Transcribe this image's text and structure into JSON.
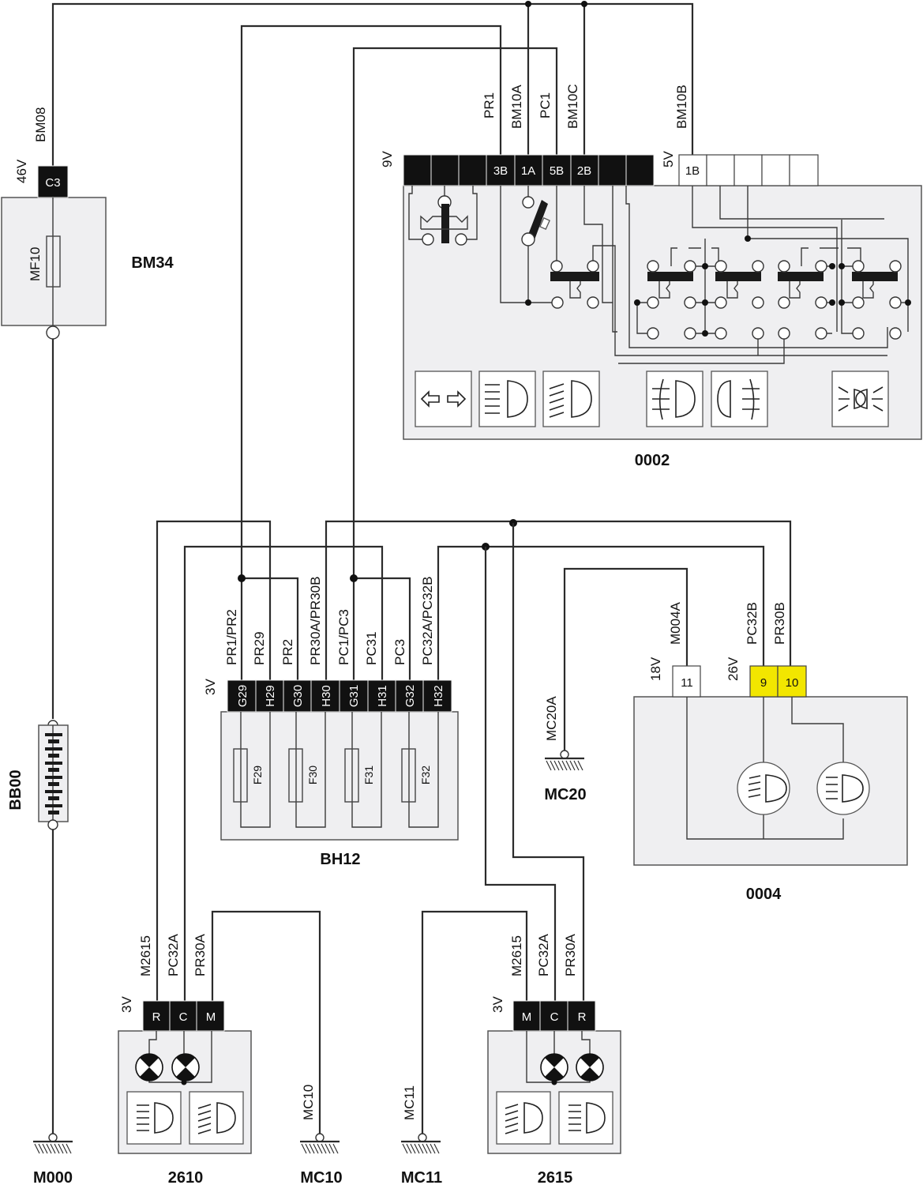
{
  "diagram": {
    "components": {
      "bm34": {
        "name": "BM34",
        "fuse": "MF10",
        "connector_voltage": "46V",
        "pin": "C3",
        "wire": "BM08"
      },
      "bb00": {
        "name": "BB00"
      },
      "m000": {
        "name": "M000"
      },
      "c0002": {
        "name": "0002",
        "connector_main_voltage": "9V",
        "connector_main_pins": [
          "",
          "",
          "",
          "3B",
          "1A",
          "5B",
          "2B",
          "",
          ""
        ],
        "connector_main_wires": {
          "3B": "PR1",
          "1A": "BM10A",
          "5B": "PC1",
          "2B": "BM10C"
        },
        "connector_aux_voltage": "5V",
        "connector_aux_pins": [
          "1B",
          "",
          "",
          "",
          "",
          ""
        ],
        "connector_aux_wires": {
          "1B": "BM10B"
        },
        "icons": [
          "turn-signal-arrows",
          "low-beam",
          "high-beam",
          "front-fog",
          "rear-fog",
          "hazard-lights"
        ]
      },
      "bh12": {
        "name": "BH12",
        "connector_voltage": "3V",
        "pins": [
          "G29",
          "H29",
          "G30",
          "H30",
          "G31",
          "H31",
          "G32",
          "H32"
        ],
        "wires": [
          "PR1/PR2",
          "PR29",
          "PR2",
          "PR30A/PR30B",
          "PC1/PC3",
          "PC31",
          "PC3",
          "PC32A/PC32B"
        ],
        "fuses": [
          "F29",
          "F30",
          "F31",
          "F32"
        ]
      },
      "c0004": {
        "name": "0004",
        "connector_a_voltage": "18V",
        "connector_a_pin": "11",
        "connector_a_wire": "M004A",
        "connector_b_voltage": "26V",
        "connector_b_pins": [
          "9",
          "10"
        ],
        "connector_b_wires": [
          "PC32B",
          "PR30B"
        ],
        "highlight_color": "#f2e600"
      },
      "mc20": {
        "name": "MC20",
        "wire": "MC20A"
      },
      "c2610": {
        "name": "2610",
        "connector_voltage": "3V",
        "pins": [
          "R",
          "C",
          "M"
        ],
        "wires": [
          "M2615",
          "PC32A",
          "PR30A"
        ]
      },
      "mc10": {
        "name": "MC10",
        "wire": "MC10"
      },
      "mc11": {
        "name": "MC11",
        "wire": "MC11"
      },
      "c2615": {
        "name": "2615",
        "connector_voltage": "3V",
        "pins": [
          "M",
          "C",
          "R"
        ],
        "wires": [
          "M2615",
          "PC32A",
          "PR30A"
        ]
      }
    }
  }
}
